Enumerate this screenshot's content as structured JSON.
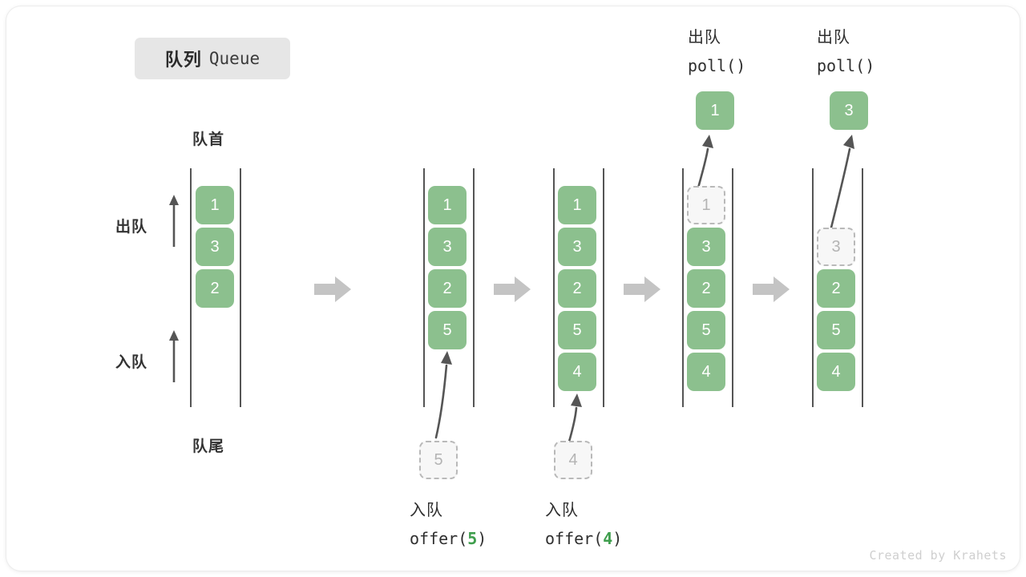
{
  "title": {
    "cn": "队列",
    "en": "Queue"
  },
  "labels": {
    "head": "队首",
    "tail": "队尾",
    "dequeue": "出队",
    "enqueue": "入队"
  },
  "colors": {
    "element_fill": "#8cc08e",
    "element_text": "#ffffff",
    "ghost_fill": "#f7f7f7",
    "ghost_border": "#b9b9b9",
    "ghost_text": "#b4b4b4",
    "rail": "#555555",
    "chevron": "#c4c4c4",
    "arrow": "#555555",
    "code_number": "#3f9e4d",
    "chip_bg": "#e6e6e6"
  },
  "stages": [
    {
      "name": "initial",
      "elements": [
        "1",
        "3",
        "2"
      ],
      "ghost_in_queue": null,
      "ghost_below": null,
      "popped": null,
      "caption_cn": null,
      "caption_code": null
    },
    {
      "name": "offer-5",
      "elements": [
        "1",
        "3",
        "2",
        "5"
      ],
      "ghost_in_queue": null,
      "ghost_below": "5",
      "popped": null,
      "caption_cn": "入队",
      "caption_code_prefix": "offer(",
      "caption_code_num": "5",
      "caption_code_suffix": ")"
    },
    {
      "name": "offer-4",
      "elements": [
        "1",
        "3",
        "2",
        "5",
        "4"
      ],
      "ghost_in_queue": null,
      "ghost_below": "4",
      "popped": null,
      "caption_cn": "入队",
      "caption_code_prefix": "offer(",
      "caption_code_num": "4",
      "caption_code_suffix": ")"
    },
    {
      "name": "poll-1",
      "elements": [
        "3",
        "2",
        "5",
        "4"
      ],
      "ghost_in_queue": "1",
      "ghost_slot": 0,
      "ghost_below": null,
      "popped": "1",
      "caption_cn": "出队",
      "caption_code": "poll()"
    },
    {
      "name": "poll-3",
      "elements": [
        "2",
        "5",
        "4"
      ],
      "ghost_in_queue": "3",
      "ghost_slot": 1,
      "ghost_below": null,
      "popped": "3",
      "caption_cn": "出队",
      "caption_code": "poll()"
    }
  ],
  "watermark": "Created by Krahets"
}
